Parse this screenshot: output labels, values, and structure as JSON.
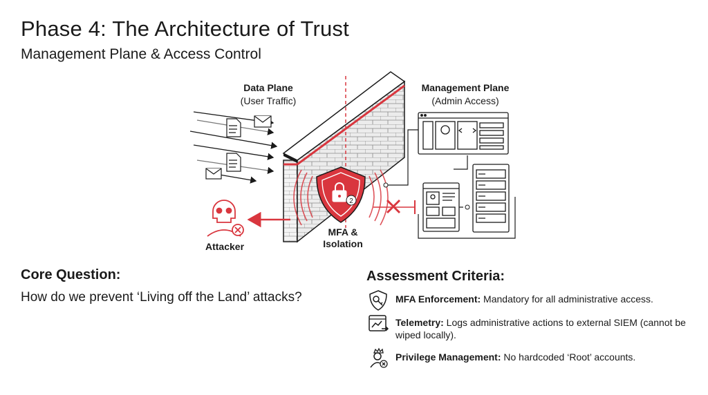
{
  "header": {
    "title": "Phase 4: The Architecture of Trust",
    "subtitle": "Management Plane & Access Control"
  },
  "diagram": {
    "data_plane_title": "Data Plane",
    "data_plane_sub": "(User Traffic)",
    "mgmt_plane_title": "Management Plane",
    "mgmt_plane_sub": "(Admin Access)",
    "shield_line1": "MFA &",
    "shield_line2": "Isolation",
    "attacker_label": "Attacker",
    "shield_badge": "2",
    "accent_color": "#d9363e"
  },
  "core": {
    "heading": "Core Question:",
    "text": "How do we prevent ‘Living off the Land’ attacks?"
  },
  "criteria": {
    "heading": "Assessment Criteria:",
    "items": [
      {
        "icon": "shield-key-icon",
        "label": "MFA Enforcement:",
        "text": " Mandatory for all administrative access."
      },
      {
        "icon": "telemetry-icon",
        "label": "Telemetry:",
        "text": " Logs administrative actions to external SIEM (cannot be wiped locally)."
      },
      {
        "icon": "admin-user-icon",
        "label": "Privilege Management:",
        "text": " No hardcoded ‘Root’ accounts."
      }
    ]
  }
}
